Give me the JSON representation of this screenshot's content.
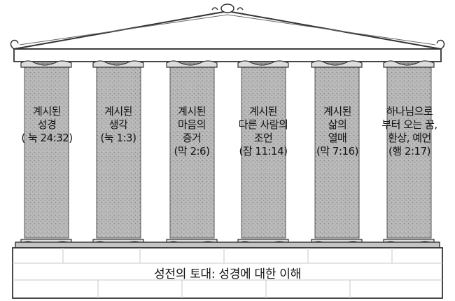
{
  "columns": [
    {
      "lines": [
        "계시된",
        "성경",
        "( 눅 24:32)"
      ]
    },
    {
      "lines": [
        "계시된",
        "생각",
        "(눅 1:3)"
      ]
    },
    {
      "lines": [
        "계시된",
        "마음의",
        "증거",
        "(막 2:6)"
      ]
    },
    {
      "lines": [
        "계시된",
        "다른 사람의",
        "조언",
        "(잠 11:14)"
      ]
    },
    {
      "lines": [
        "계시된",
        "삶의",
        "열매",
        "(막 7:16)"
      ]
    },
    {
      "lines": [
        "하나님으로",
        "부터 오는 꿈,",
        "환상, 예언",
        "(행 2:17)"
      ]
    }
  ],
  "base": {
    "label": "성전의 토대: 성경에 대한 이해"
  }
}
